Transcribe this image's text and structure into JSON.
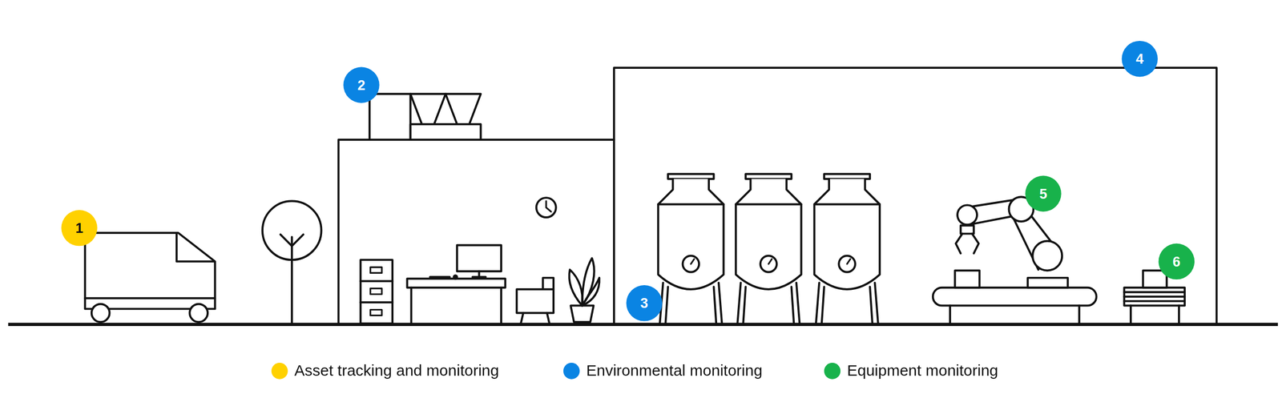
{
  "diagram": {
    "labels": [
      "1",
      "2",
      "3",
      "4",
      "5",
      "6"
    ],
    "legend": [
      {
        "text": "Asset tracking and monitoring",
        "color": "#FFD100"
      },
      {
        "text": "Environmental monitoring",
        "color": "#0A84E3"
      },
      {
        "text": "Equipment monitoring",
        "color": "#18B24B"
      }
    ]
  }
}
